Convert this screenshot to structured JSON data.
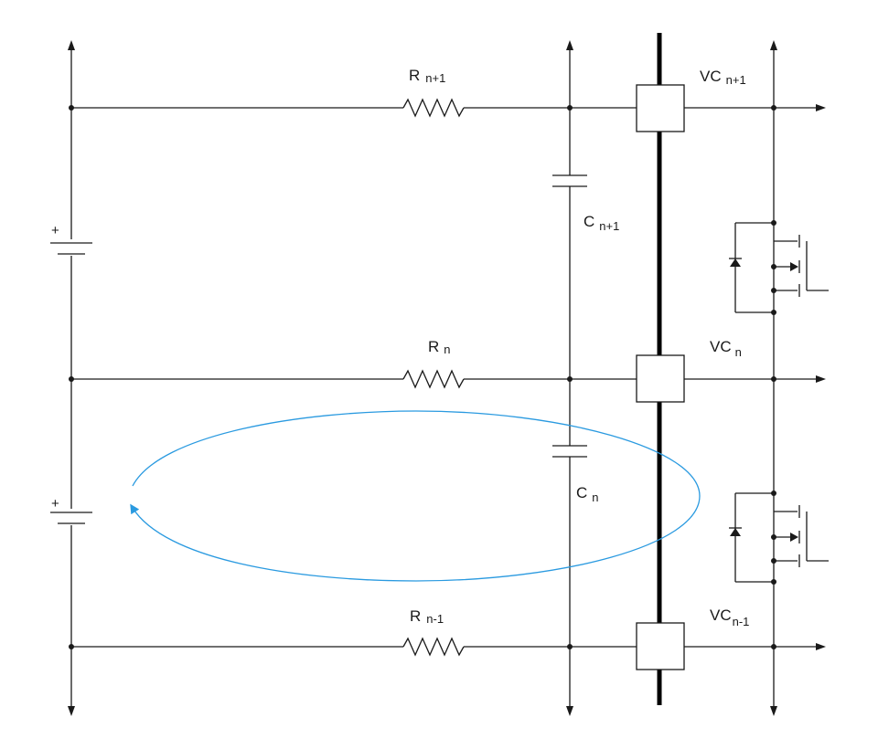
{
  "colors": {
    "wire": "#1a1a1a",
    "loop": "#2a9ae0"
  },
  "labels": {
    "r_top": {
      "main": "R",
      "sub": "n+1"
    },
    "r_mid": {
      "main": "R",
      "sub": "n"
    },
    "r_bot": {
      "main": "R",
      "sub": "n-1"
    },
    "c_top": {
      "main": "C",
      "sub": "n+1"
    },
    "c_mid": {
      "main": "C",
      "sub": "n"
    },
    "vc_top": {
      "main": "VC",
      "sub": "n+1"
    },
    "vc_mid": {
      "main": "VC",
      "sub": "n"
    },
    "vc_bot": {
      "main": "VC",
      "sub": "n-1"
    },
    "batt_plus": "+"
  }
}
